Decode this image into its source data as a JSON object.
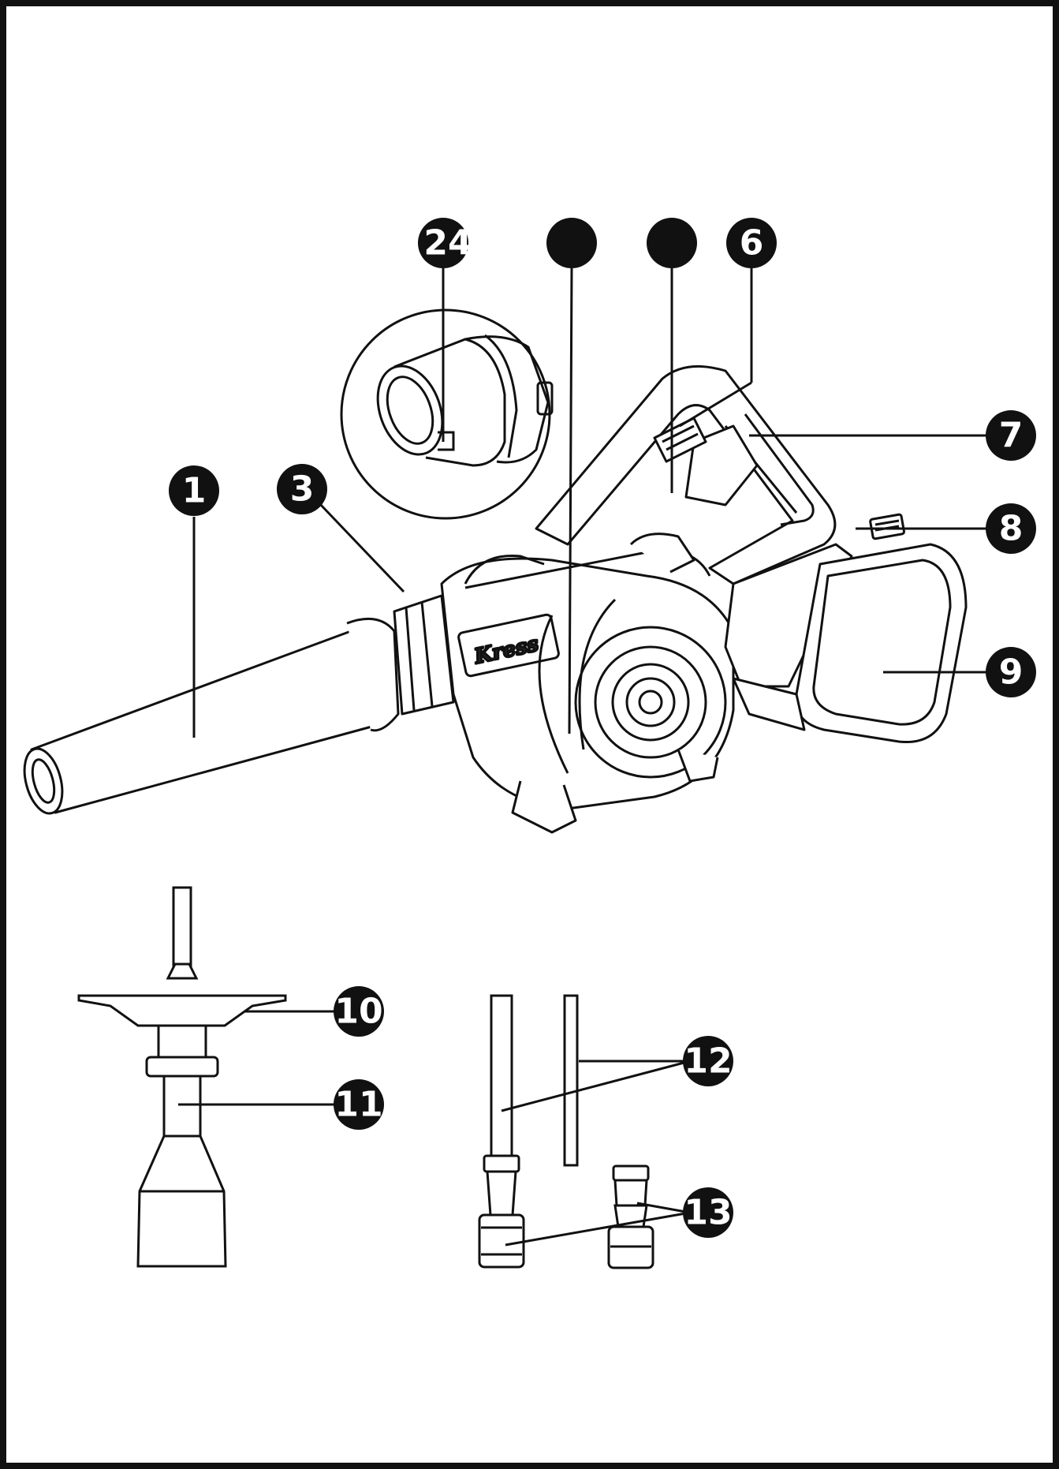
{
  "callouts": [
    {
      "id": "c1",
      "text": "1"
    },
    {
      "id": "c2",
      "text": "24"
    },
    {
      "id": "c3",
      "text": "3"
    },
    {
      "id": "c4",
      "text": ""
    },
    {
      "id": "c5",
      "text": ""
    },
    {
      "id": "c6",
      "text": "6"
    },
    {
      "id": "c7",
      "text": "7"
    },
    {
      "id": "c8",
      "text": "8"
    },
    {
      "id": "c9",
      "text": "9"
    },
    {
      "id": "c10",
      "text": "10"
    },
    {
      "id": "c11",
      "text": "11"
    },
    {
      "id": "c12",
      "text": "12"
    },
    {
      "id": "c13",
      "text": "13"
    }
  ],
  "brand": "Kress",
  "colors": {
    "ink": "#111111",
    "paper": "#ffffff"
  }
}
